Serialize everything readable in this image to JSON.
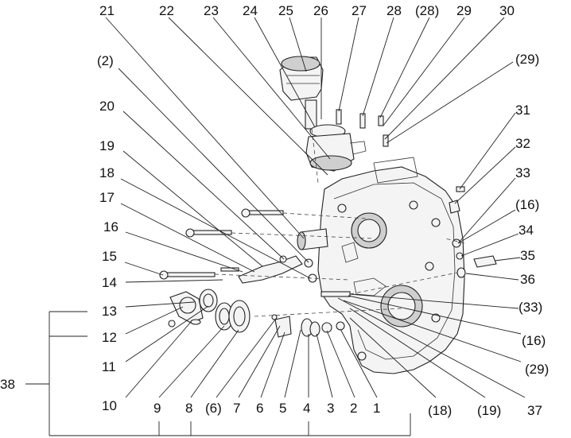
{
  "diagram": {
    "callouts": {
      "c21": "21",
      "c22": "22",
      "c23": "23",
      "c24": "24",
      "c25": "25",
      "c26": "26",
      "c27": "27",
      "c28": "28",
      "c28b": "(28)",
      "c29": "29",
      "c30": "30",
      "c29b": "(29)",
      "c2b": "(2)",
      "c20": "20",
      "c19": "19",
      "c18": "18",
      "c17": "17",
      "c16": "16",
      "c15": "15",
      "c14": "14",
      "c13": "13",
      "c12": "12",
      "c11": "11",
      "c10": "10",
      "c38": "38",
      "c9": "9",
      "c8": "8",
      "c6b": "(6)",
      "c7": "7",
      "c6": "6",
      "c5": "5",
      "c4": "4",
      "c3": "3",
      "c2": "2",
      "c1": "1",
      "c18b": "(18)",
      "c19b": "(19)",
      "c37": "37",
      "c31": "31",
      "c32": "32",
      "c33": "33",
      "c16b": "(16)",
      "c34": "34",
      "c35": "35",
      "c36": "36",
      "c33b": "(33)",
      "c16c": "(16)",
      "c29c": "(29)"
    }
  }
}
